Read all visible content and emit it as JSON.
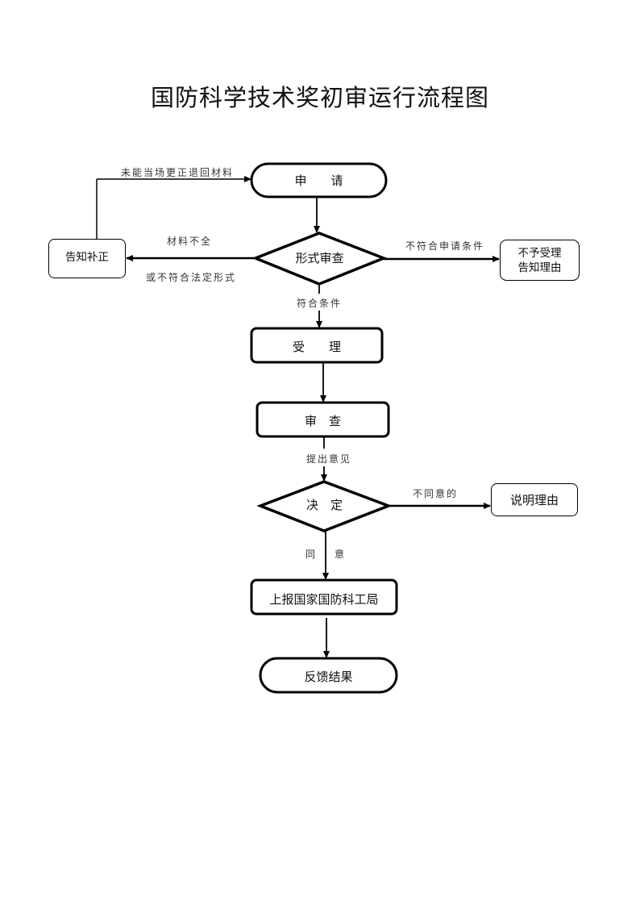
{
  "title": "国防科学技术奖初审运行流程图",
  "nodes": {
    "apply": {
      "label": "申　　请"
    },
    "formal_review": {
      "label": "形式审查"
    },
    "notify_correct": {
      "label": "告知补正"
    },
    "reject": {
      "line1": "不予受理",
      "line2": "告知理由"
    },
    "accept": {
      "label": "受　　理"
    },
    "review": {
      "label": "审　查"
    },
    "decision": {
      "label": "决　定"
    },
    "explain": {
      "label": "说明理由"
    },
    "report": {
      "label": "上报国家国防科工局"
    },
    "feedback": {
      "label": "反馈结果"
    }
  },
  "edges": {
    "return_materials": "未能当场更正退回材料",
    "incomplete": "材料不全",
    "not_legal_form": "或不符合法定形式",
    "not_qualified": "不符合申请条件",
    "qualified": "符合条件",
    "opinion": "提出意见",
    "disagree": "不同意的",
    "agree_1": "同",
    "agree_2": "意"
  },
  "colors": {
    "stroke": "#000000",
    "text": "#111111",
    "label": "#333333"
  }
}
